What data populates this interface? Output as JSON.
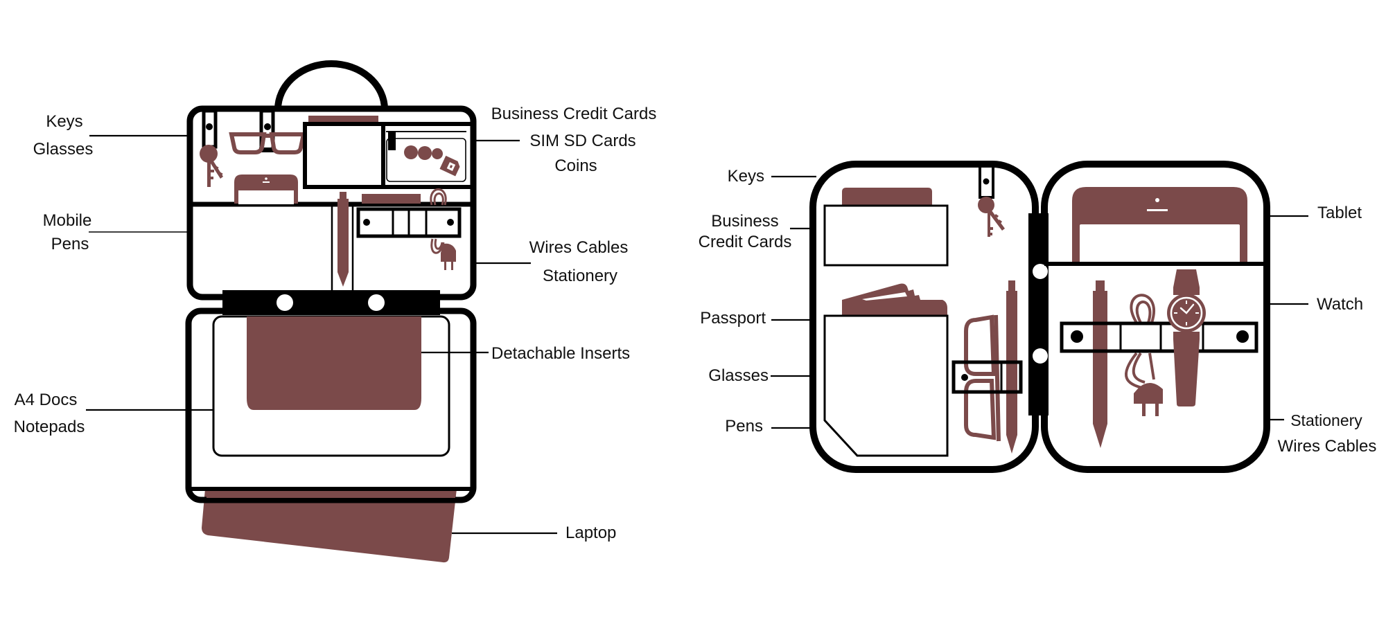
{
  "colors": {
    "accent": "#7b4a4a",
    "outline": "#000000",
    "background": "#ffffff"
  },
  "left_bag": {
    "name": "Briefcase organizer (open, top and bottom compartments)",
    "labels": {
      "keys": "Keys",
      "glasses": "Glasses",
      "mobile": "Mobile",
      "pens": "Pens",
      "business_credit_cards": "Business Credit Cards",
      "sim_sd_cards": "SIM SD Cards",
      "coins": "Coins",
      "wires_cables": "Wires Cables",
      "stationery": "Stationery",
      "detachable_inserts": "Detachable Inserts",
      "a4_docs": "A4 Docs",
      "notepads": "Notepads",
      "laptop": "Laptop"
    },
    "icons": [
      "key-icon",
      "glasses-icon",
      "mobile-phone-icon",
      "card-icon",
      "coin-icon",
      "sim-card-icon",
      "pen-icon",
      "cable-plug-icon",
      "insert-icon",
      "laptop-icon"
    ]
  },
  "right_bag": {
    "name": "Folio organizer (open, two panels)",
    "labels": {
      "keys": "Keys",
      "business": "Business",
      "credit_cards": "Credit Cards",
      "passport": "Passport",
      "glasses": "Glasses",
      "pens": "Pens",
      "tablet": "Tablet",
      "watch": "Watch",
      "stationery": "Stationery",
      "wires_cables": "Wires Cables"
    },
    "icons": [
      "key-icon",
      "card-icon",
      "passport-icon",
      "glasses-icon",
      "pen-icon",
      "tablet-icon",
      "watch-icon",
      "cable-plug-icon"
    ]
  }
}
